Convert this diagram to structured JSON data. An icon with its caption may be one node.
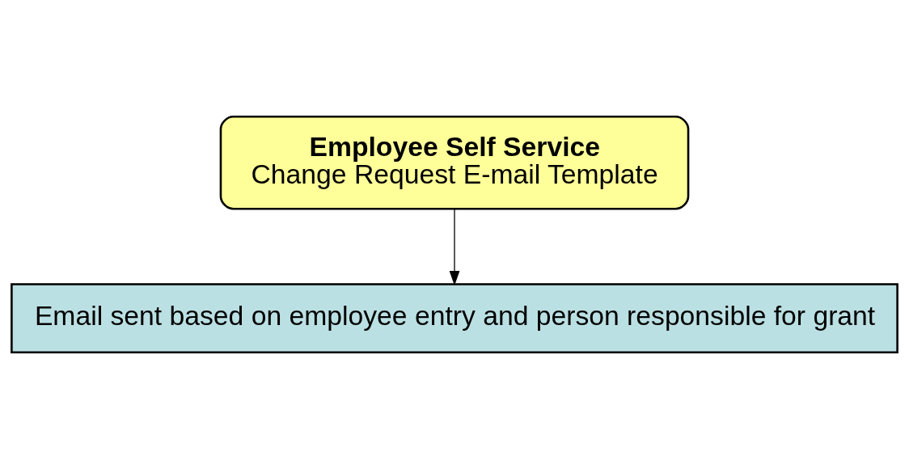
{
  "diagram": {
    "nodes": [
      {
        "text": [
          "Employee Self Service",
          "Change Request E-mail Template"
        ]
      },
      {
        "text": [
          "Email sent based on employee entry and person responsible for grant"
        ]
      }
    ],
    "edges": [
      {
        "from": 0,
        "to": 1,
        "arrow": "to"
      }
    ]
  }
}
